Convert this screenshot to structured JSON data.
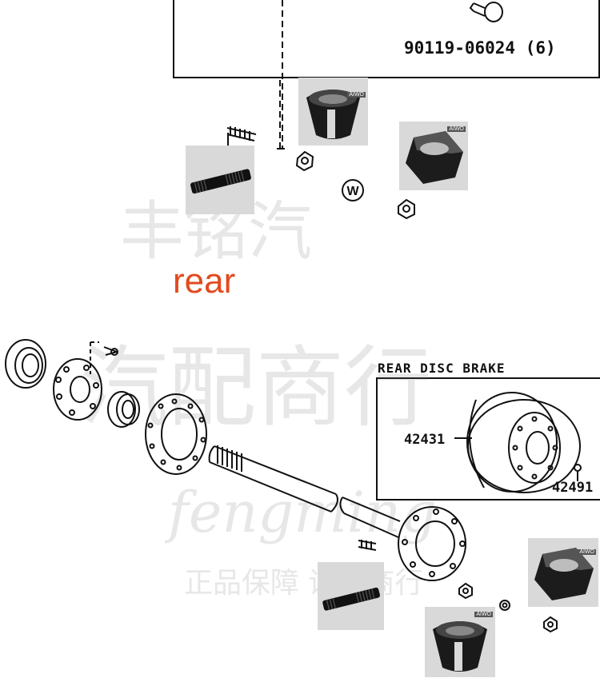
{
  "top_box": {
    "part_number": "90119-06024 (6)"
  },
  "section": {
    "title": "rear",
    "title_color": "#e24a1e"
  },
  "rear_disc_brake": {
    "heading": "REAR DISC BRAKE",
    "rotor_part": "42431",
    "screw_part": "42491"
  },
  "watermark": {
    "chinese_top": "丰铭汽",
    "chinese_mid": "汽配商行",
    "latin": "fengming",
    "tagline": "正品保障 诚信商行"
  },
  "badge_text": "AIWO",
  "washer_symbol": "W"
}
